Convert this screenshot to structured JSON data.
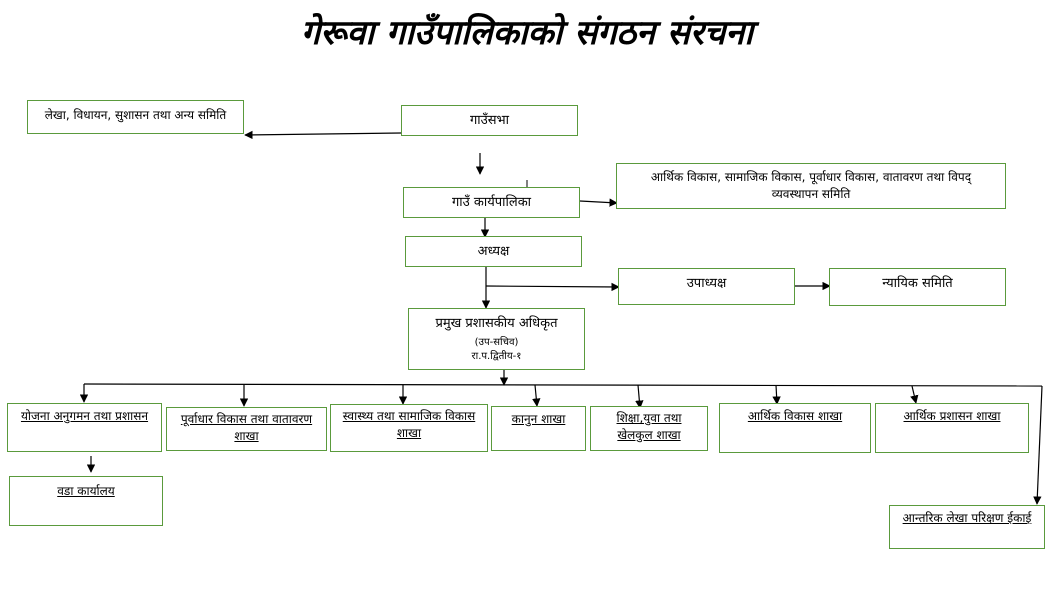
{
  "title": "गेरूवा गाउँपालिकाको संगठन संरचना",
  "colors": {
    "box_border": "#5a9a3c",
    "line": "#000000"
  },
  "nodes": {
    "committee_accounts": "लेखा, विधायन, सुशासन तथा अन्य समिति",
    "gaunsabha": "गाउँसभा",
    "executive": "गाउँ कार्यपालिका",
    "committee_development": "आर्थिक विकास, सामाजिक विकास, पूर्वाधार विकास, वातावरण तथा विपद् व्यवस्थापन समिति",
    "chair": "अध्यक्ष",
    "vice_chair": "उपाध्यक्ष",
    "judicial": "न्यायिक समिति",
    "cao": {
      "title": "प्रमुख प्रशासकीय अधिकृत",
      "subtitle": "(उप-सचिव)",
      "grade": "रा.प.द्वितीय-१"
    },
    "branches": [
      "योजना अनुगमन तथा  प्रशासन",
      "पूर्वाधार विकास तथा वातावरण शाखा",
      "स्वास्थ्य तथा सामाजिक विकास शाखा",
      "कानुन शाखा",
      "शिक्षा,युवा तथा खेलकुल शाखा",
      "आर्थिक विकास शाखा",
      "आर्थिक प्रशासन शाखा"
    ],
    "ward_office": "वडा कार्यालय",
    "internal_audit": "आन्तरिक लेखा परिक्षण ईकाई"
  }
}
